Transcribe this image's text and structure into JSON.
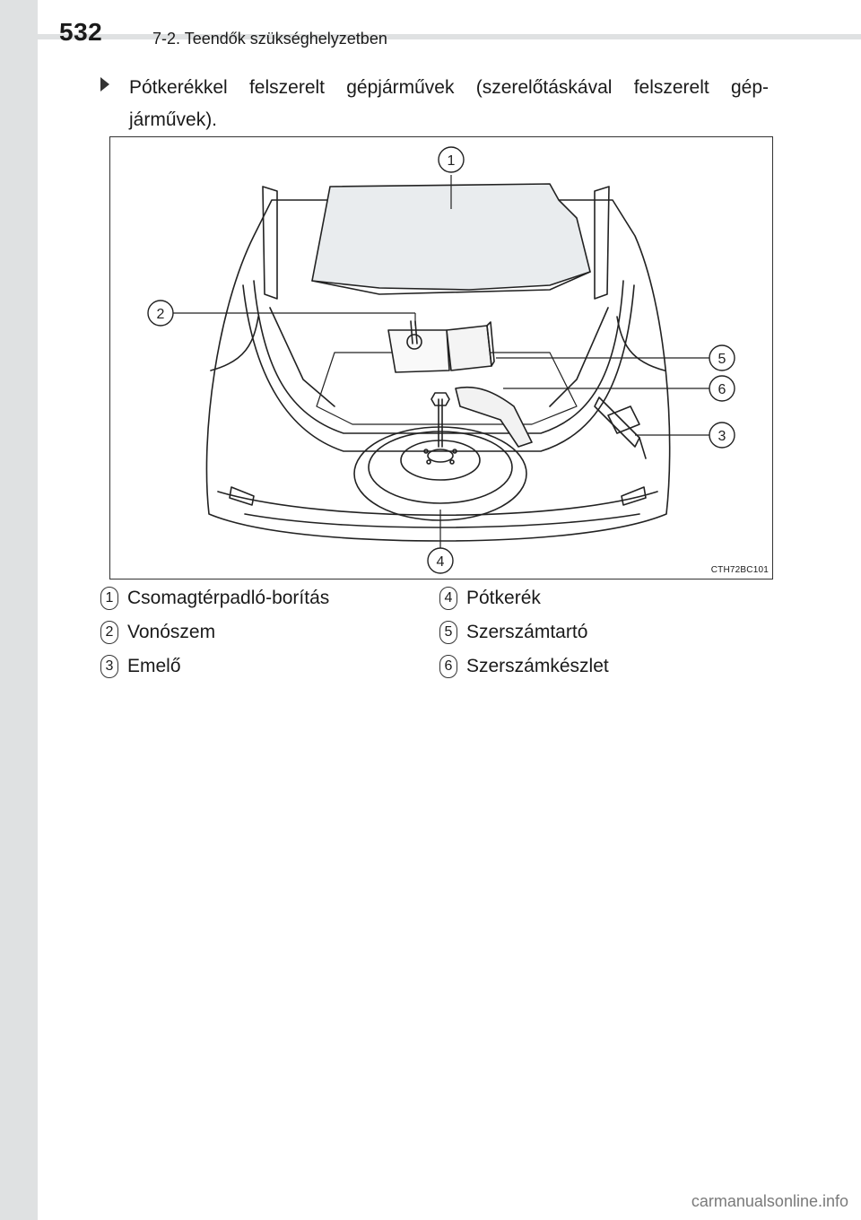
{
  "header": {
    "page_number": "532",
    "section": "7-2. Teendők szükséghelyzetben"
  },
  "intro": {
    "text": "Pótkerékkel felszerelt gépjárművek (szerelőtáskával felszerelt gép-járművek)."
  },
  "figure": {
    "code": "CTH72BC101",
    "callouts": [
      "1",
      "2",
      "3",
      "4",
      "5",
      "6"
    ]
  },
  "legend": [
    {
      "num": "1",
      "label": "Csomagtérpadló-borítás"
    },
    {
      "num": "2",
      "label": "Vonószem"
    },
    {
      "num": "3",
      "label": "Emelő"
    },
    {
      "num": "4",
      "label": "Pótkerék"
    },
    {
      "num": "5",
      "label": "Szerszámtartó"
    },
    {
      "num": "6",
      "label": "Szerszámkészlet"
    }
  ],
  "footer": {
    "watermark": "carmanualsonline.info"
  }
}
